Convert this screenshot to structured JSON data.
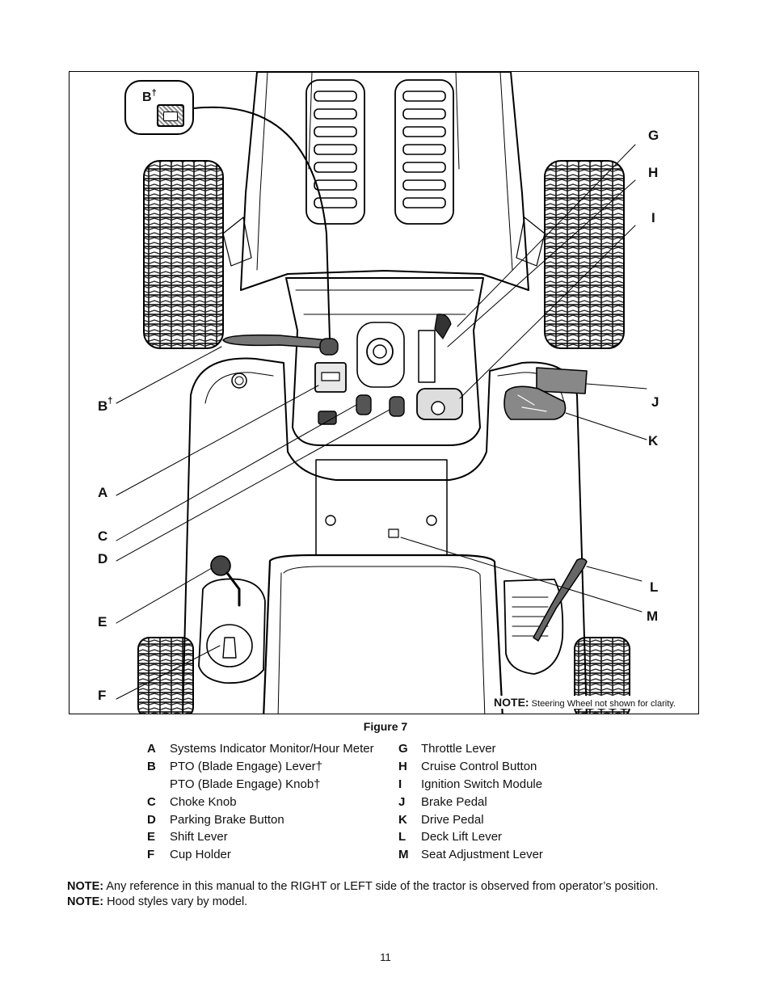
{
  "figure": {
    "caption": "Figure 7",
    "inset_label": "B",
    "dagger": "†",
    "callouts": [
      "G",
      "H",
      "I",
      "J",
      "K",
      "L",
      "M",
      "B",
      "A",
      "C",
      "D",
      "E",
      "F"
    ],
    "inner_note_label": "NOTE:",
    "inner_note_text": "Steering Wheel not shown for clarity."
  },
  "legend": {
    "left": [
      {
        "key": "A",
        "text": "Systems Indicator Monitor/Hour Meter"
      },
      {
        "key": "B",
        "text": "PTO (Blade Engage) Lever†"
      },
      {
        "key": "",
        "text": "PTO (Blade Engage) Knob†"
      },
      {
        "key": "C",
        "text": "Choke Knob"
      },
      {
        "key": "D",
        "text": "Parking Brake Button"
      },
      {
        "key": "E",
        "text": "Shift Lever"
      },
      {
        "key": "F",
        "text": "Cup Holder"
      }
    ],
    "right": [
      {
        "key": "G",
        "text": "Throttle Lever"
      },
      {
        "key": "H",
        "text": "Cruise Control Button"
      },
      {
        "key": "I",
        "text": "Ignition Switch Module"
      },
      {
        "key": "J",
        "text": "Brake Pedal"
      },
      {
        "key": "K",
        "text": "Drive Pedal"
      },
      {
        "key": "L",
        "text": "Deck Lift Lever"
      },
      {
        "key": "M",
        "text": "Seat Adjustment Lever"
      }
    ]
  },
  "notes": [
    {
      "label": "NOTE:",
      "text": "Any reference in this manual to the RIGHT or LEFT side of the tractor is observed from operator’s position."
    },
    {
      "label": "NOTE:",
      "text": "Hood styles vary by model."
    }
  ],
  "page_number": "11"
}
